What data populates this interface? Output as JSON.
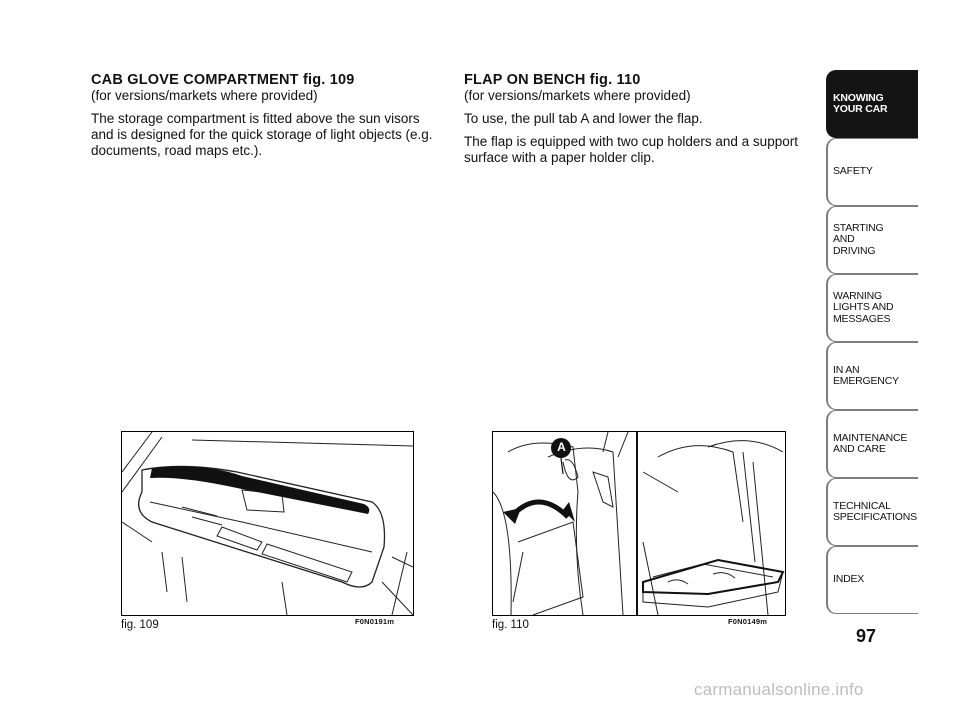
{
  "left_section": {
    "heading": "CAB GLOVE COMPARTMENT fig. 109",
    "subtitle": "(for versions/markets where provided)",
    "body": "The storage compartment is fitted above the sun visors and is designed for the quick storage of light objects (e.g. documents, road maps etc.)."
  },
  "right_section": {
    "heading": "FLAP ON BENCH fig. 110",
    "subtitle": "(for versions/markets where provided)",
    "body1": "To use, the pull tab A and lower the flap.",
    "body2": "The flap is equipped with two cup holders and a support surface with a paper holder clip."
  },
  "figures": {
    "fig109": {
      "label": "fig. 109",
      "code": "F0N0191m"
    },
    "fig110": {
      "label": "fig. 110",
      "code": "F0N0149m",
      "marker": "A"
    }
  },
  "tabs": [
    {
      "label": "KNOWING\nYOUR CAR",
      "active": true
    },
    {
      "label": "SAFETY"
    },
    {
      "label": "STARTING\nAND\nDRIVING"
    },
    {
      "label": "WARNING\nLIGHTS AND\nMESSAGES"
    },
    {
      "label": "IN AN\nEMERGENCY"
    },
    {
      "label": "MAINTENANCE\nAND CARE"
    },
    {
      "label": "TECHNICAL\nSPECIFICATIONS"
    },
    {
      "label": "INDEX"
    }
  ],
  "page_number": "97",
  "watermark": "carmanualsonline.info"
}
